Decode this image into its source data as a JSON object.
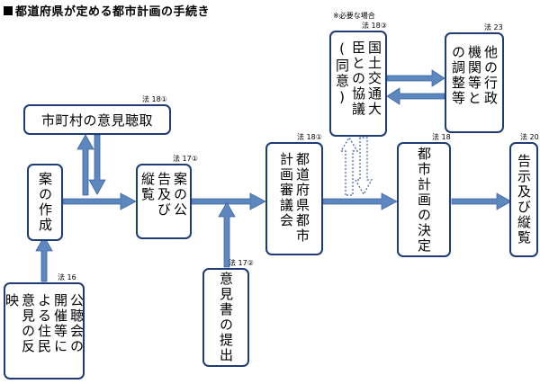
{
  "title": "都道府県が定める都市計画の手続き",
  "note": "※必要な場合",
  "boxes": {
    "koshukai": "公聴会の開催等による住民意見の反映",
    "sakusei": "案の作成",
    "shichoson": "市町村の意見聴取",
    "kokoku": "案の公告及び縦覧",
    "ikensho": "意見書の提出",
    "shingikai": "都道府県都市計画審議会",
    "kokudo": "国土交通大臣との協議(同意)",
    "gyosei": "他の行政機関等との調整等",
    "kettei": "都市計画の決定",
    "kokuji": "告示及び縦覧"
  },
  "laws": {
    "koshukai": "法 16",
    "shichoson": "法 18①",
    "kokoku": "法 17①",
    "ikensho": "法 17②",
    "shingikai": "法 18①",
    "kokudo": "法 18③",
    "gyosei": "法 23",
    "kettei": "法 18",
    "kokuji": "法 20"
  },
  "colors": {
    "box_border": "#1d3d74",
    "arrow_fill": "#5d87bf",
    "arrow_edge": "#3b659f"
  }
}
